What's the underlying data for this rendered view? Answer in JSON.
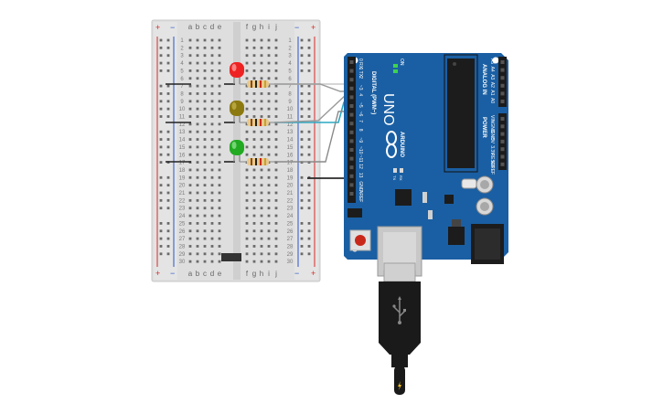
{
  "breadboard": {
    "cols_left": [
      "a",
      "b",
      "c",
      "d",
      "e"
    ],
    "cols_right": [
      "f",
      "g",
      "h",
      "i",
      "j"
    ],
    "rows": 30,
    "rail_plus": "+",
    "rail_minus": "−"
  },
  "arduino": {
    "brand": "ARDUINO",
    "model": "UNO",
    "on_label": "ON",
    "digital_label": "DIGITAL (PWM~)",
    "analog_label": "ANALOG IN",
    "power_label": "POWER",
    "aref_label": "AREF",
    "gnd_label": "GND",
    "tx_label": "TX",
    "rx_label": "RX",
    "digital_pins": [
      "0 RX",
      "1 TX",
      "2",
      "~3",
      "4",
      "~5",
      "~6",
      "7",
      "8",
      "~9",
      "~10",
      "~11",
      "12",
      "13",
      "GND",
      "AREF"
    ],
    "analog_pins": [
      "A5",
      "A4",
      "A3",
      "A2",
      "A1",
      "A0"
    ],
    "power_pins": [
      "VIN",
      "GND",
      "GND",
      "5V",
      "3.3V",
      "RESET",
      "IOREF"
    ]
  },
  "leds": [
    {
      "color": "red",
      "hex": "#ee2222"
    },
    {
      "color": "yellow",
      "hex": "#8c7a10"
    },
    {
      "color": "green",
      "hex": "#22aa22"
    }
  ],
  "colors": {
    "board": "#1a5fa3",
    "breadboard": "#dcdcdc",
    "rail_red": "#d92a2a",
    "rail_blue": "#2a55c8",
    "wire_gray": "#9a9a9a",
    "wire_cyan": "#2aa8c4",
    "wire_black": "#2a2a2a"
  }
}
